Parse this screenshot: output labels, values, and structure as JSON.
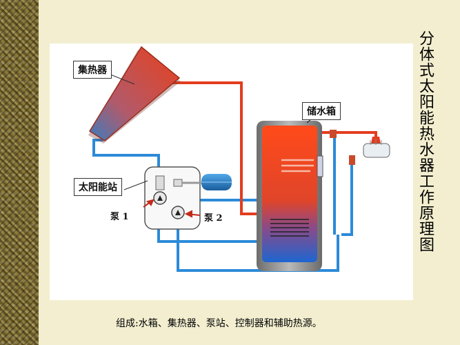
{
  "labels": {
    "collector": "集热器",
    "tank": "储水箱",
    "station": "太阳能站",
    "pump1": "泵 1",
    "pump2": "泵 2"
  },
  "side_title": "分体式太阳能热水器工作原理图",
  "caption": "组成:水箱、集热器、泵站、控制器和辅助热源。",
  "colors": {
    "hot": "#e8401c",
    "cold": "#2a7fd0",
    "pipe_blue": "#2c8ad8",
    "pipe_red": "#e33d1f"
  }
}
